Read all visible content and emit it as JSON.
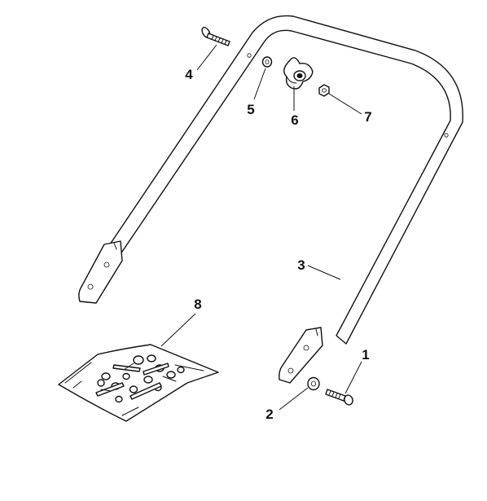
{
  "callouts": [
    {
      "id": "callout-1",
      "label": "1",
      "part": "bolt-short"
    },
    {
      "id": "callout-2",
      "label": "2",
      "part": "washer-large"
    },
    {
      "id": "callout-3",
      "label": "3",
      "part": "upper-handle"
    },
    {
      "id": "callout-4",
      "label": "4",
      "part": "carriage-bolt"
    },
    {
      "id": "callout-5",
      "label": "5",
      "part": "washer-small"
    },
    {
      "id": "callout-6",
      "label": "6",
      "part": "wing-knob"
    },
    {
      "id": "callout-7",
      "label": "7",
      "part": "nut"
    },
    {
      "id": "callout-8",
      "label": "8",
      "part": "hardware-bag"
    }
  ]
}
